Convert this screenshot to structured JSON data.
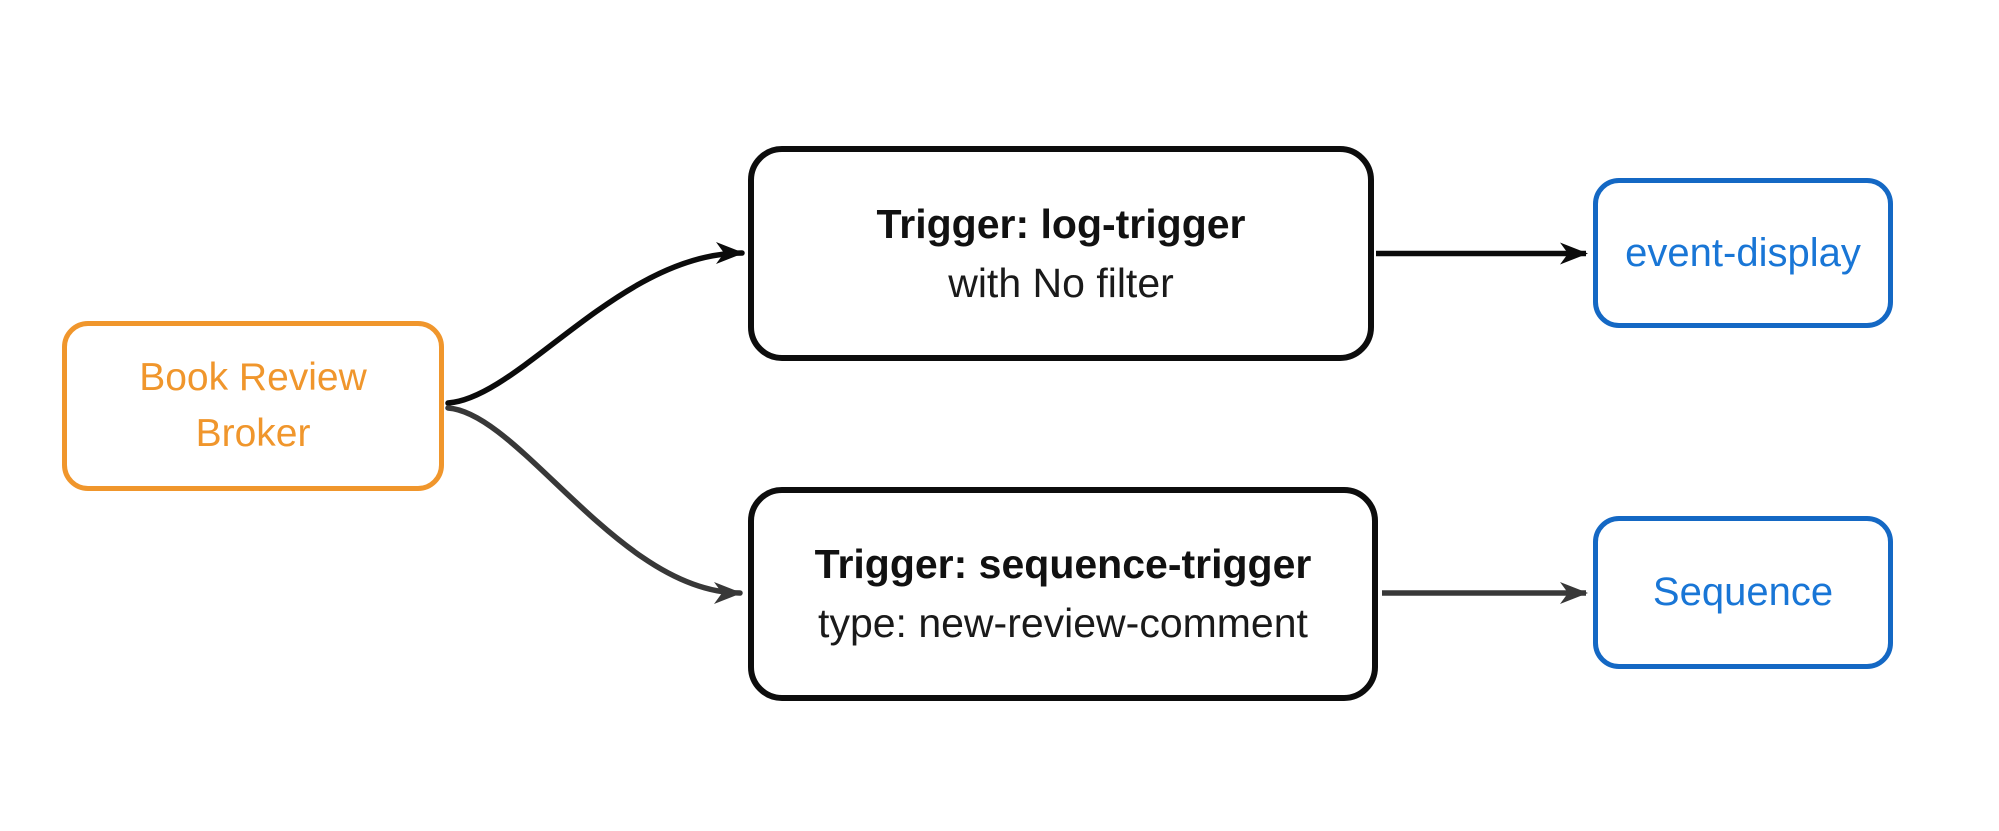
{
  "diagram": {
    "type": "flowchart",
    "direction": "left-to-right",
    "background_color": "#ffffff",
    "nodes": {
      "broker": {
        "id": "book-review-broker",
        "label": "Book Review Broker",
        "border_color": "#F0962C",
        "text_color": "#F0962C",
        "fill_color": "#ffffff"
      },
      "trigger_log": {
        "id": "trigger-log",
        "title": "Trigger: log-trigger",
        "subtitle": "with No filter",
        "border_color": "#0d0d0d",
        "text_color": "#141414",
        "fill_color": "#ffffff"
      },
      "trigger_sequence": {
        "id": "trigger-sequence",
        "title": "Trigger: sequence-trigger",
        "subtitle": "type: new-review-comment",
        "border_color": "#0d0d0d",
        "text_color": "#141414",
        "fill_color": "#ffffff"
      },
      "event_display": {
        "id": "event-display",
        "label": "event-display",
        "border_color": "#1468C4",
        "text_color": "#1976D6",
        "fill_color": "#ffffff"
      },
      "sequence": {
        "id": "sequence",
        "label": "Sequence",
        "border_color": "#1468C4",
        "text_color": "#1976D6",
        "fill_color": "#ffffff"
      }
    },
    "edges": [
      {
        "from": "book-review-broker",
        "to": "trigger-log",
        "style": "curved",
        "arrowhead": "filled-triangle",
        "color": "#0b0b0b"
      },
      {
        "from": "book-review-broker",
        "to": "trigger-sequence",
        "style": "curved",
        "arrowhead": "filled-triangle",
        "color": "#383838"
      },
      {
        "from": "trigger-log",
        "to": "event-display",
        "style": "straight",
        "arrowhead": "filled-triangle",
        "color": "#0b0b0b"
      },
      {
        "from": "trigger-sequence",
        "to": "sequence",
        "style": "straight",
        "arrowhead": "filled-triangle",
        "color": "#383838"
      }
    ]
  }
}
